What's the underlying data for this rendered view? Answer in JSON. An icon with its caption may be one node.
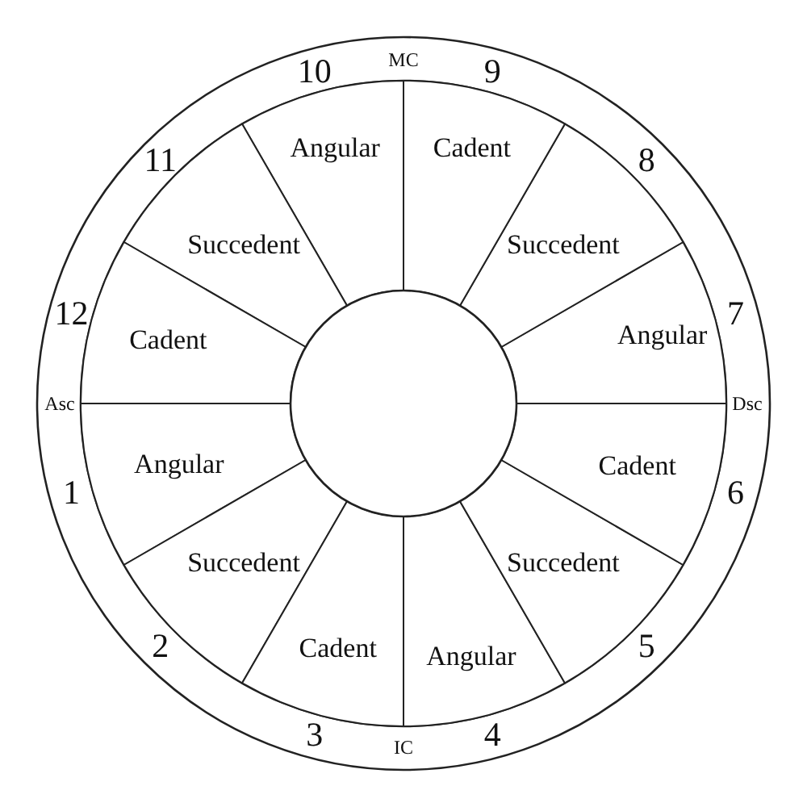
{
  "diagram": {
    "nodes": [
      {
        "text": [
          "Angular"
        ],
        "beside": [
          "1"
        ]
      },
      {
        "text": [
          "Succedent"
        ],
        "beside": [
          "2"
        ]
      },
      {
        "text": [
          "Cadent"
        ],
        "beside": [
          "3"
        ]
      },
      {
        "text": [
          "Angular"
        ],
        "beside": [
          "4"
        ]
      },
      {
        "text": [
          "Succedent"
        ],
        "beside": [
          "5"
        ]
      },
      {
        "text": [
          "Cadent"
        ],
        "beside": [
          "6"
        ]
      },
      {
        "text": [
          "Angular"
        ],
        "beside": [
          "7"
        ]
      },
      {
        "text": [
          "Succedent"
        ],
        "beside": [
          "8"
        ]
      },
      {
        "text": [
          "Cadent"
        ],
        "beside": [
          "9"
        ]
      },
      {
        "text": [
          "Angular"
        ],
        "beside": [
          "10"
        ]
      },
      {
        "text": [
          "Succedent"
        ],
        "beside": [
          "11"
        ]
      },
      {
        "text": [
          "Cadent"
        ],
        "beside": [
          "12"
        ]
      },
      {
        "text": [],
        "shape": "circle"
      }
    ],
    "labels": [
      "MC",
      "Asc",
      "Dsc",
      "IC"
    ]
  }
}
